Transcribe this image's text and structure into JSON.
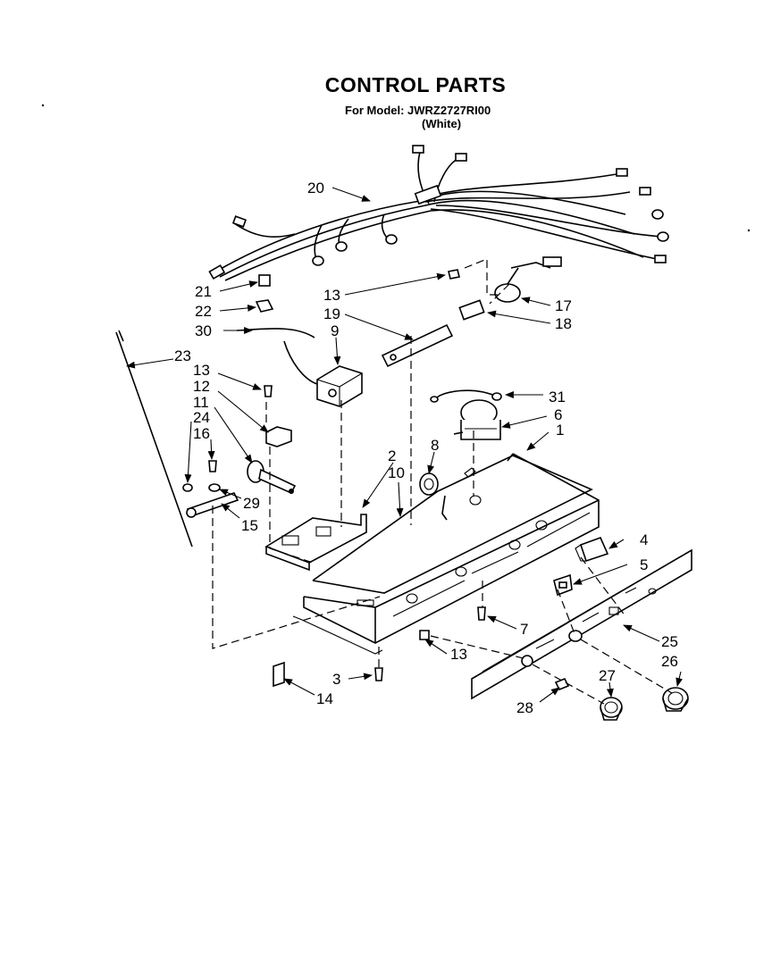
{
  "header": {
    "title": "CONTROL PARTS",
    "model_line": "For Model: JWRZ2727RI00",
    "color_line": "(White)"
  },
  "callouts": [
    "20",
    "21",
    "22",
    "30",
    "13",
    "19",
    "9",
    "17",
    "18",
    "23",
    "13",
    "12",
    "11",
    "24",
    "16",
    "29",
    "15",
    "2",
    "10",
    "8",
    "31",
    "6",
    "1",
    "4",
    "5",
    "7",
    "13",
    "25",
    "26",
    "27",
    "3",
    "14",
    "28"
  ]
}
